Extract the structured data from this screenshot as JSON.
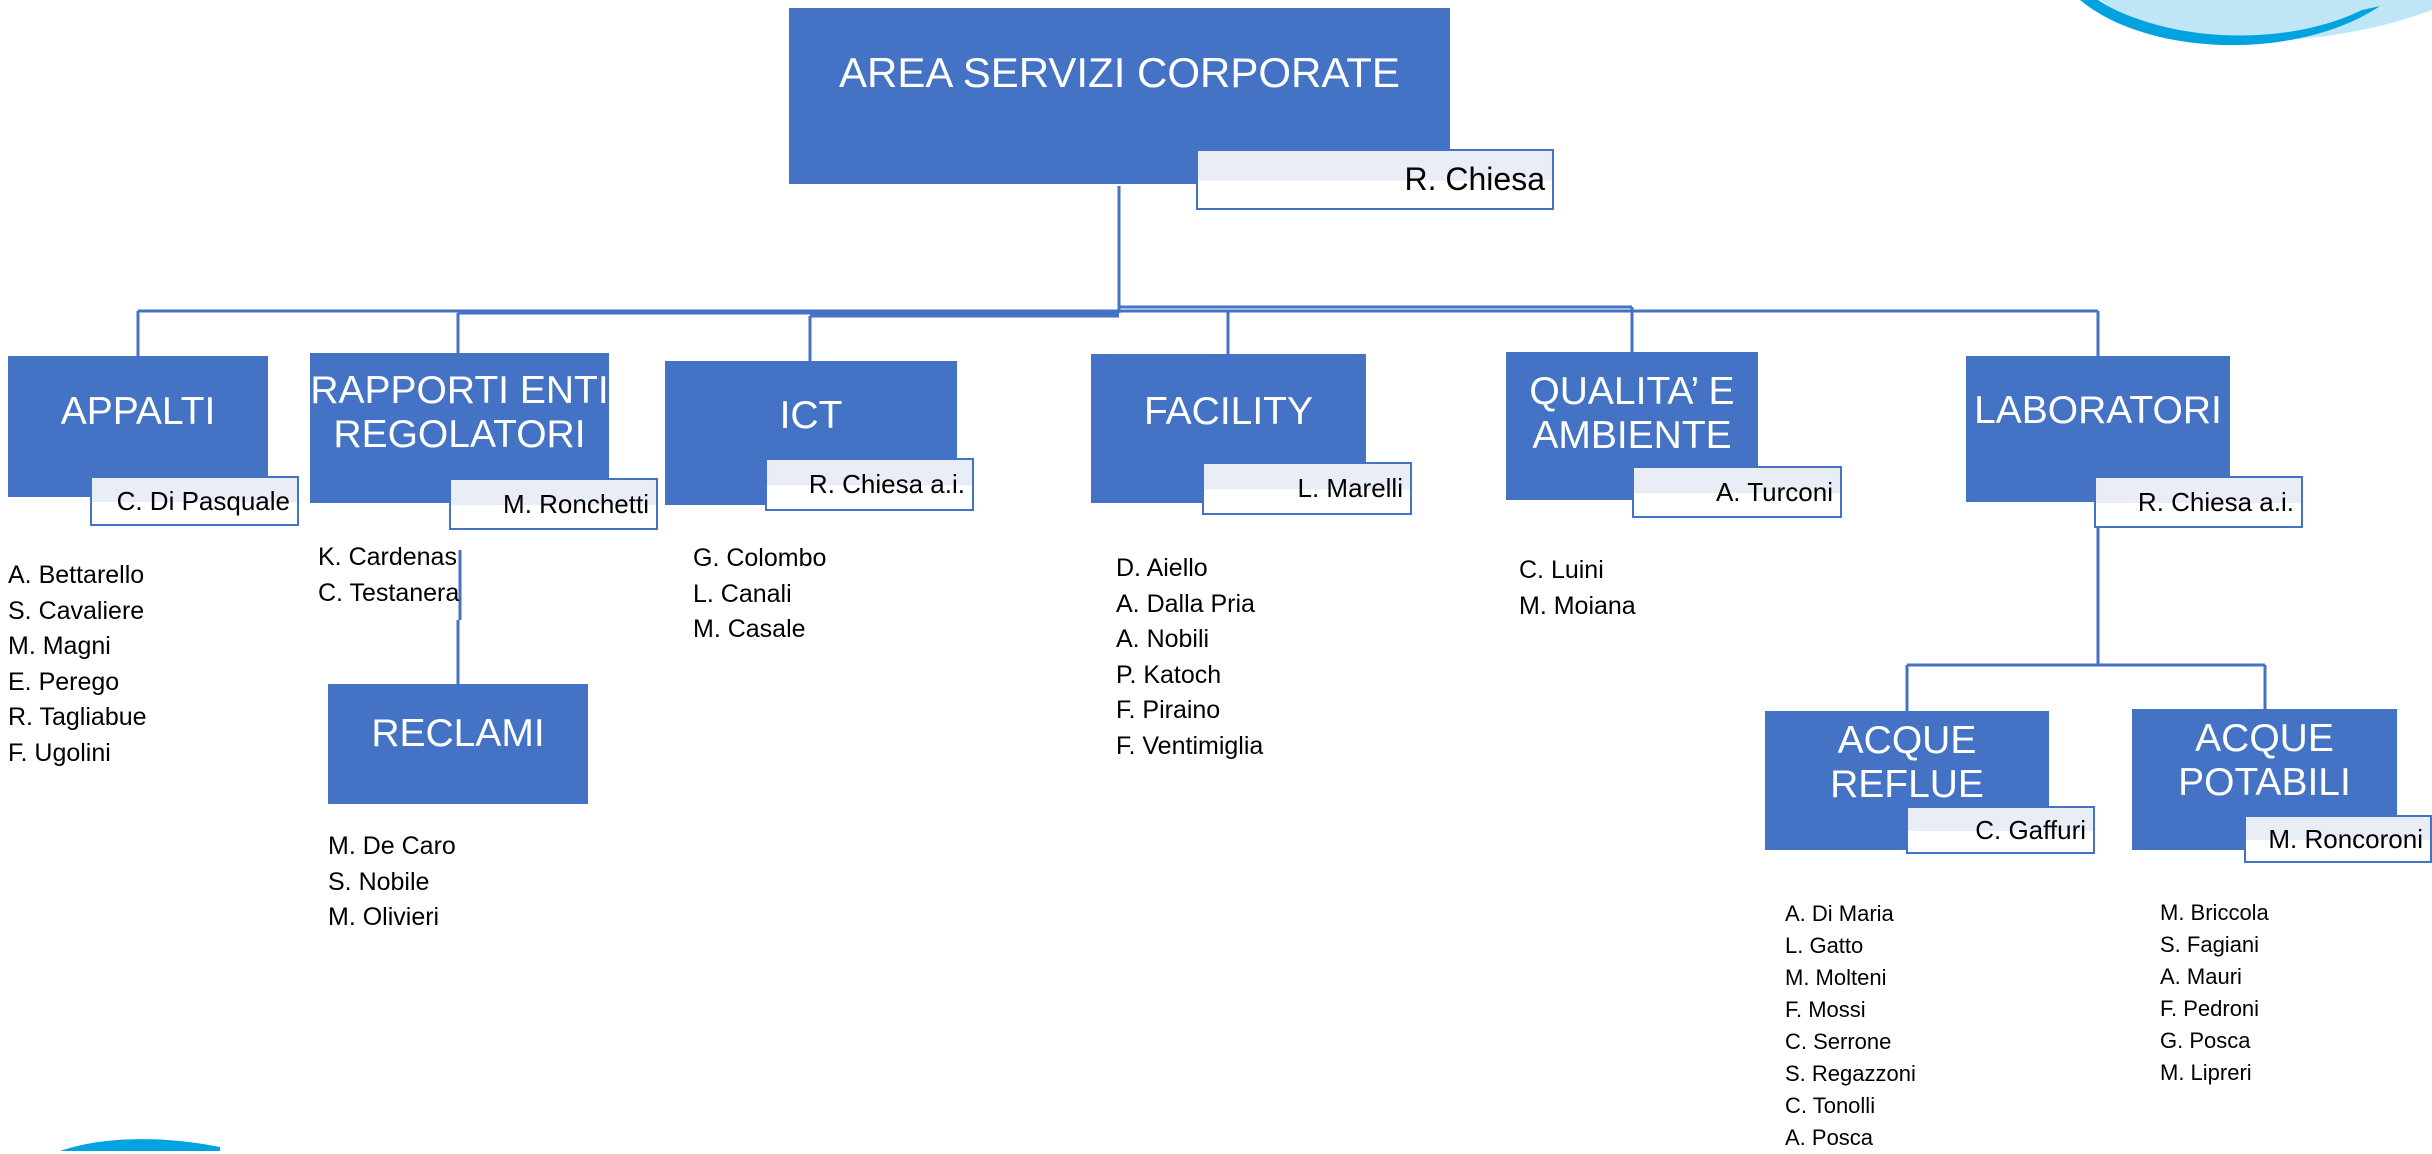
{
  "root": {
    "title": "AREA SERVIZI CORPORATE",
    "manager": "R. Chiesa"
  },
  "units": {
    "appalti": {
      "title": "APPALTI",
      "manager": "C. Di Pasquale",
      "staff": [
        "A. Bettarello",
        "S. Cavaliere",
        "M. Magni",
        "E. Perego",
        "R. Tagliabue",
        "F. Ugolini"
      ]
    },
    "rapporti_enti": {
      "title": "RAPPORTI ENTI\nREGOLATORI",
      "manager": "M. Ronchetti",
      "staff": [
        "K. Cardenas",
        "C. Testanera"
      ]
    },
    "reclami": {
      "title": "RECLAMI",
      "staff": [
        "M. De Caro",
        "S. Nobile",
        "M. Olivieri"
      ]
    },
    "ict": {
      "title": "ICT",
      "manager": "R. Chiesa a.i.",
      "staff": [
        "G. Colombo",
        "L. Canali",
        "M. Casale"
      ]
    },
    "facility": {
      "title": "FACILITY",
      "manager": "L. Marelli",
      "staff": [
        "D. Aiello",
        "A. Dalla Pria",
        "A. Nobili",
        "P. Katoch",
        "F. Piraino",
        "F. Ventimiglia"
      ]
    },
    "qualita": {
      "title": "QUALITA’ E\nAMBIENTE",
      "manager": "A. Turconi",
      "staff": [
        "C. Luini",
        "M. Moiana"
      ]
    },
    "laboratori": {
      "title": "LABORATORI",
      "manager": "R. Chiesa a.i."
    },
    "acque_reflue": {
      "title": "ACQUE\nREFLUE",
      "manager": "C. Gaffuri",
      "staff": [
        "A. Di Maria",
        "L. Gatto",
        "M. Molteni",
        "F. Mossi",
        "C. Serrone",
        "S. Regazzoni",
        "C. Tonolli",
        "A. Posca"
      ]
    },
    "acque_potabili": {
      "title": "ACQUE\nPOTABILI",
      "manager": "M. Roncoroni",
      "staff": [
        "M. Briccola",
        "S. Fagiani",
        "A. Mauri",
        "F. Pedroni",
        "G. Posca",
        "M. Lipreri"
      ]
    }
  },
  "colors": {
    "box": "#4472C4",
    "tag_fill": "#E9EDF6",
    "line": "#4472C4",
    "wave": "#00A3E0",
    "wave_light": "#BFE6F7"
  }
}
